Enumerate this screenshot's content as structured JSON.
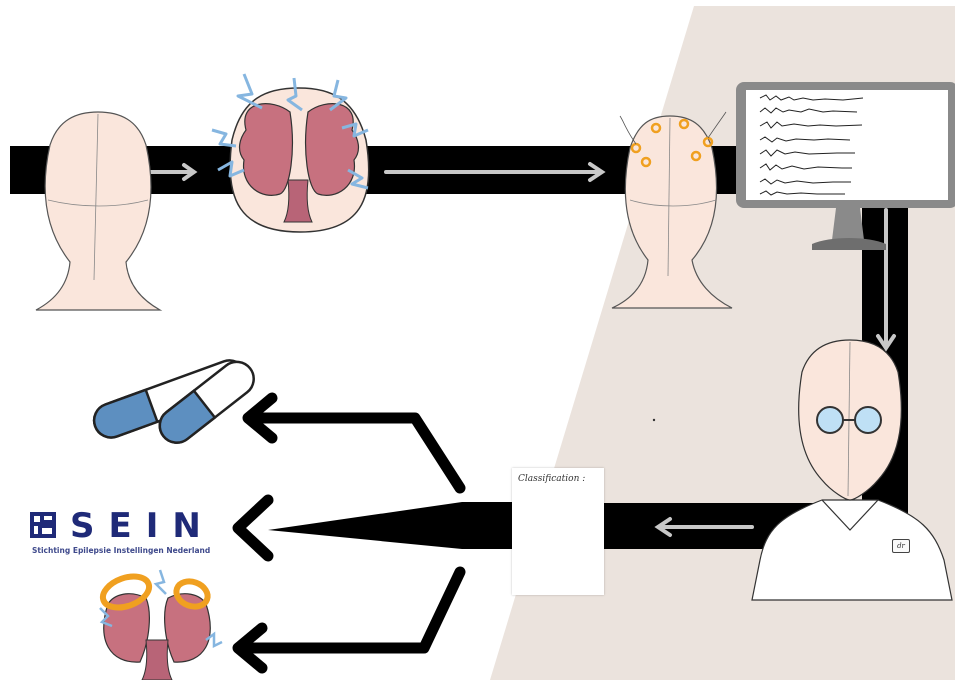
{
  "classification_sheet": {
    "title": "Classification :"
  },
  "doctor": {
    "badge_text": "dr"
  },
  "logo": {
    "name": "SEIN",
    "subtitle": "Stichting Epilepsie Instellingen Nederland"
  },
  "colors": {
    "background_right": "#ebe3dd",
    "flow_bar": "#000000",
    "skin": "#fae6dc",
    "brain": "#c7717f",
    "brain_stem": "#b86477",
    "electrode": "#f0a020",
    "spark": "#86b6e0",
    "pill": "#5d8fc0",
    "logo": "#1f2a78",
    "arrow_gray": "#c8c8c8",
    "monitor": "#8a8a8a"
  },
  "icons": [
    "head-icon",
    "seizure-brain-icon",
    "eeg-head-icon",
    "eeg-monitor-icon",
    "doctor-icon",
    "classification-paper-icon",
    "pills-icon",
    "sein-logo",
    "surgery-brain-icon"
  ]
}
